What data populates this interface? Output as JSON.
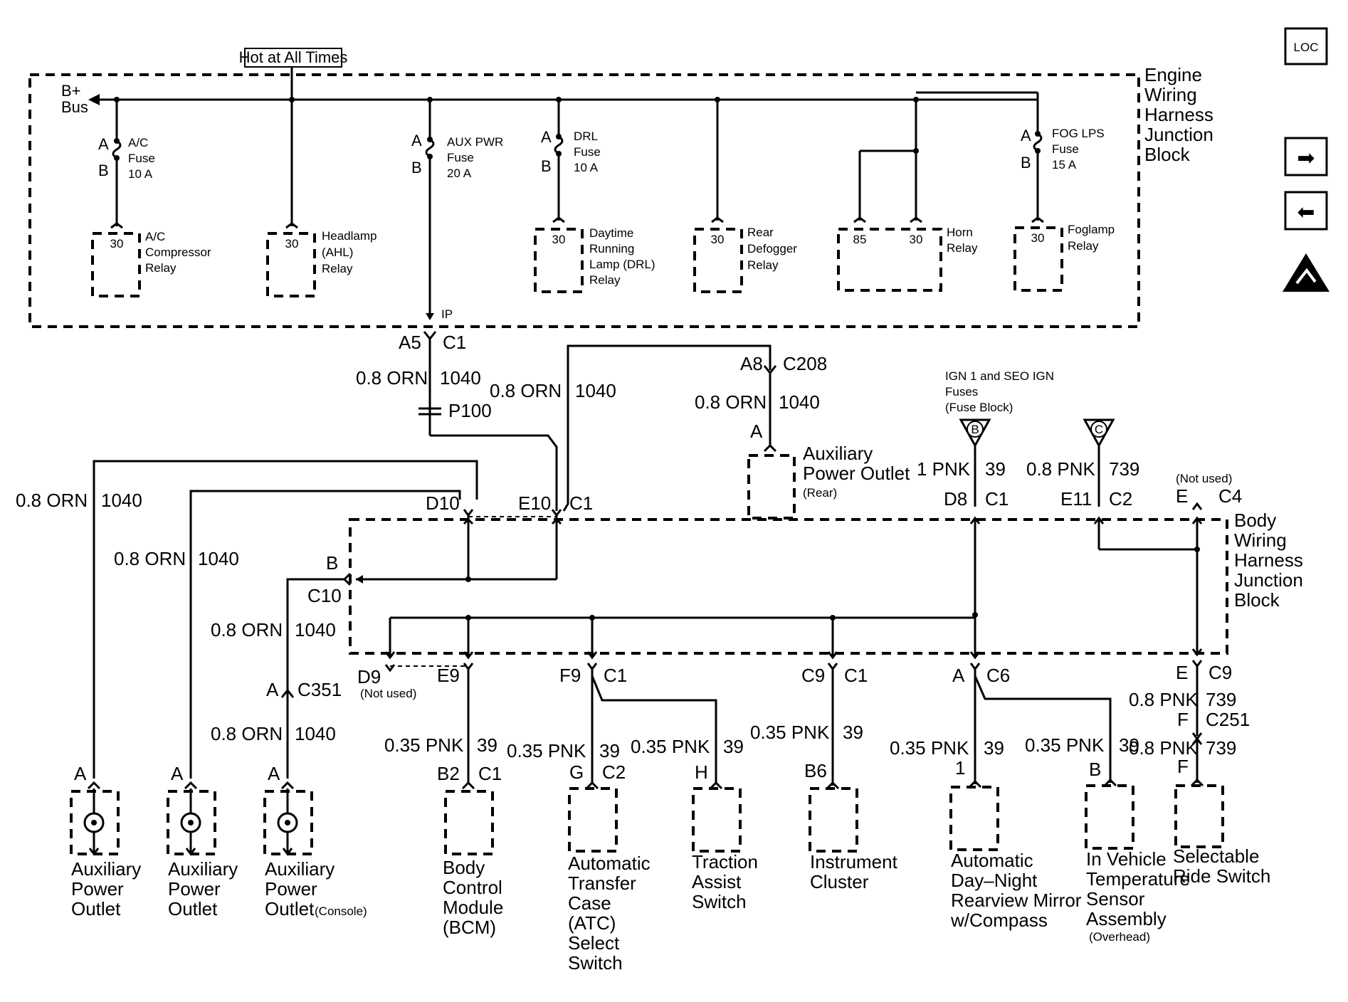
{
  "hot_label": "Hot at All Times",
  "bplus": [
    "B+",
    "Bus"
  ],
  "engine_block": [
    "Engine",
    "Wiring",
    "Harness",
    "Junction",
    "Block"
  ],
  "body_block": [
    "Body",
    "Wiring",
    "Harness",
    "Junction",
    "Block"
  ],
  "fuses": [
    {
      "a": "A",
      "b": "B",
      "lines": [
        "A/C",
        "Fuse",
        "10 A"
      ]
    },
    {
      "a": "A",
      "b": "B",
      "lines": [
        "AUX  PWR",
        "Fuse",
        "20 A"
      ]
    },
    {
      "a": "A",
      "b": "B",
      "lines": [
        "DRL",
        "Fuse",
        "10 A"
      ]
    },
    {
      "a": "A",
      "b": "B",
      "lines": [
        "FOG LPS",
        "Fuse",
        "15 A"
      ]
    }
  ],
  "relays": [
    {
      "pins": [
        "30"
      ],
      "lines": [
        "A/C",
        "Compressor",
        "Relay"
      ]
    },
    {
      "pins": [
        "30"
      ],
      "lines": [
        "Headlamp",
        "(AHL)",
        "Relay"
      ]
    },
    {
      "pins": [
        "30"
      ],
      "lines": [
        "Daytime",
        "Running",
        "Lamp (DRL)",
        "Relay"
      ]
    },
    {
      "pins": [
        "30"
      ],
      "lines": [
        "Rear",
        "Defogger",
        "Relay"
      ]
    },
    {
      "pins": [
        "85",
        "30"
      ],
      "lines": [
        "Horn",
        "Relay"
      ]
    },
    {
      "pins": [
        "30"
      ],
      "lines": [
        "Foglamp",
        "Relay"
      ]
    }
  ],
  "ip_label": "IP",
  "wire_labels": {
    "orn": "0.8 ORN",
    "orn_circuit": "1040",
    "pnk_small": "0.35 PNK",
    "pnk_large": "0.8 PNK",
    "pnk_one": "1 PNK",
    "c39": "39",
    "c739": "739"
  },
  "connectors": {
    "a5": "A5",
    "c1": "C1",
    "p100": "P100",
    "a8": "A8",
    "c208": "C208",
    "d10": "D10",
    "e10": "E10",
    "b": "B",
    "c10": "C10",
    "d8": "D8",
    "e11": "E11",
    "c2": "C2",
    "e": "E",
    "c4": "C4",
    "not_used": "(Not used)",
    "a": "A",
    "c351": "C351",
    "d9": "D9",
    "e9": "E9",
    "f9": "F9",
    "c9": "C9",
    "c6": "C6",
    "f": "F",
    "c251": "C251",
    "b2": "B2",
    "g": "G",
    "h": "H",
    "b6": "B6",
    "one": "1"
  },
  "fuse_sources": [
    {
      "letter": "B",
      "lines": [
        "IGN 1 and SEO IGN",
        "Fuses",
        "(Fuse Block)"
      ]
    },
    {
      "letter": "C"
    }
  ],
  "rear_outlet": {
    "lines": [
      "Auxiliary",
      "Power Outlet"
    ],
    "note": "(Rear)"
  },
  "components": {
    "aux1": [
      "Auxiliary",
      "Power",
      "Outlet"
    ],
    "aux2": [
      "Auxiliary",
      "Power",
      "Outlet"
    ],
    "aux3": [
      "Auxiliary",
      "Power",
      "Outlet"
    ],
    "aux3_note": "(Console)",
    "bcm": [
      "Body",
      "Control",
      "Module",
      "(BCM)"
    ],
    "atc": [
      "Automatic",
      "Transfer",
      "Case",
      "(ATC)",
      "Select",
      "Switch"
    ],
    "traction": [
      "Traction",
      "Assist",
      "Switch"
    ],
    "cluster": [
      "Instrument",
      "Cluster"
    ],
    "mirror": [
      "Automatic",
      "Day–Night",
      "Rearview Mirror",
      "w/Compass"
    ],
    "temp": [
      "In Vehicle",
      "Temperature",
      "Sensor",
      "Assembly"
    ],
    "temp_note": "(Overhead)",
    "ride": [
      "Selectable",
      "Ride Switch"
    ]
  },
  "nav": {
    "loc": "LOC",
    "forward": "➡",
    "back": "⬅"
  }
}
